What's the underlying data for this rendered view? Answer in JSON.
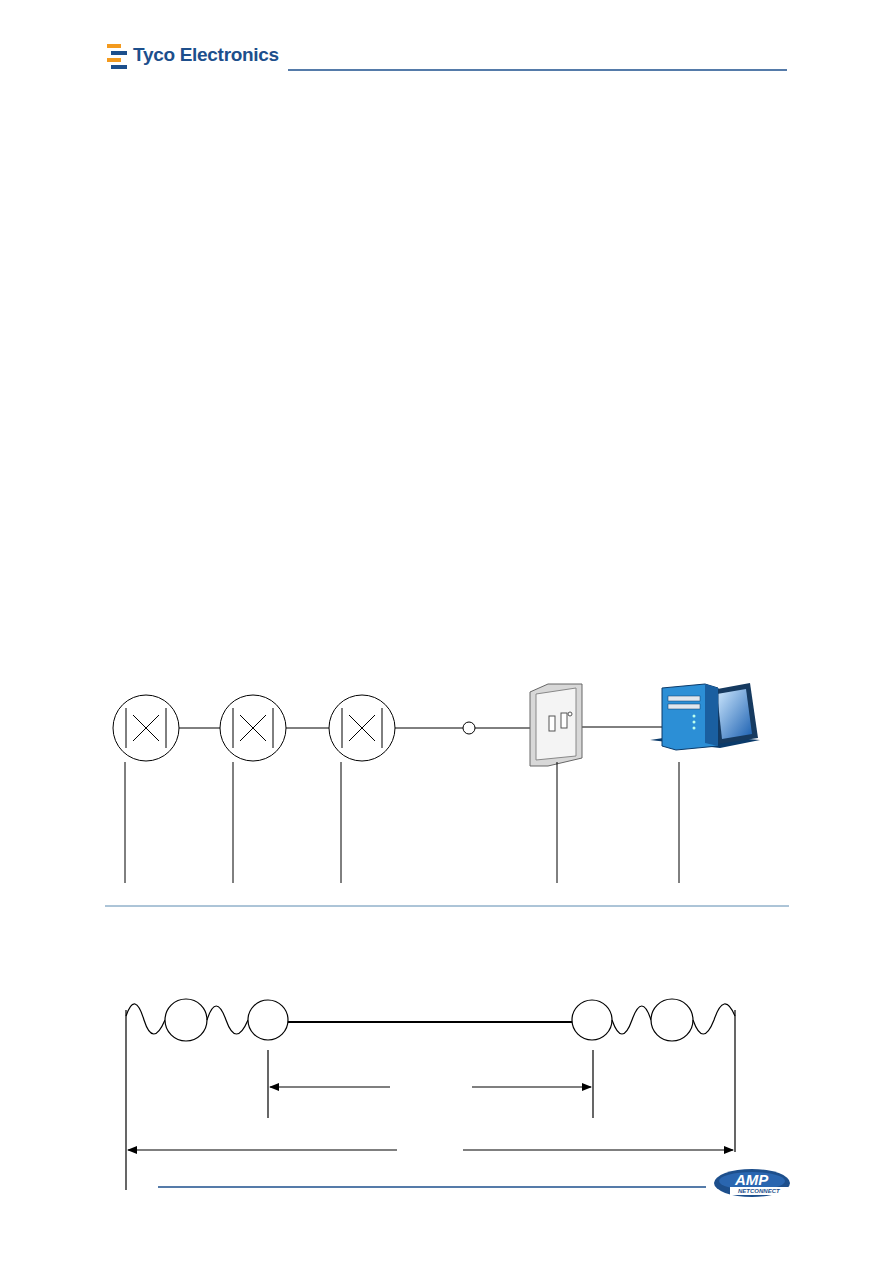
{
  "diagram": {
    "labels": [
      "Tyco Electronics",
      "AMP",
      "NETCONNECT"
    ]
  }
}
